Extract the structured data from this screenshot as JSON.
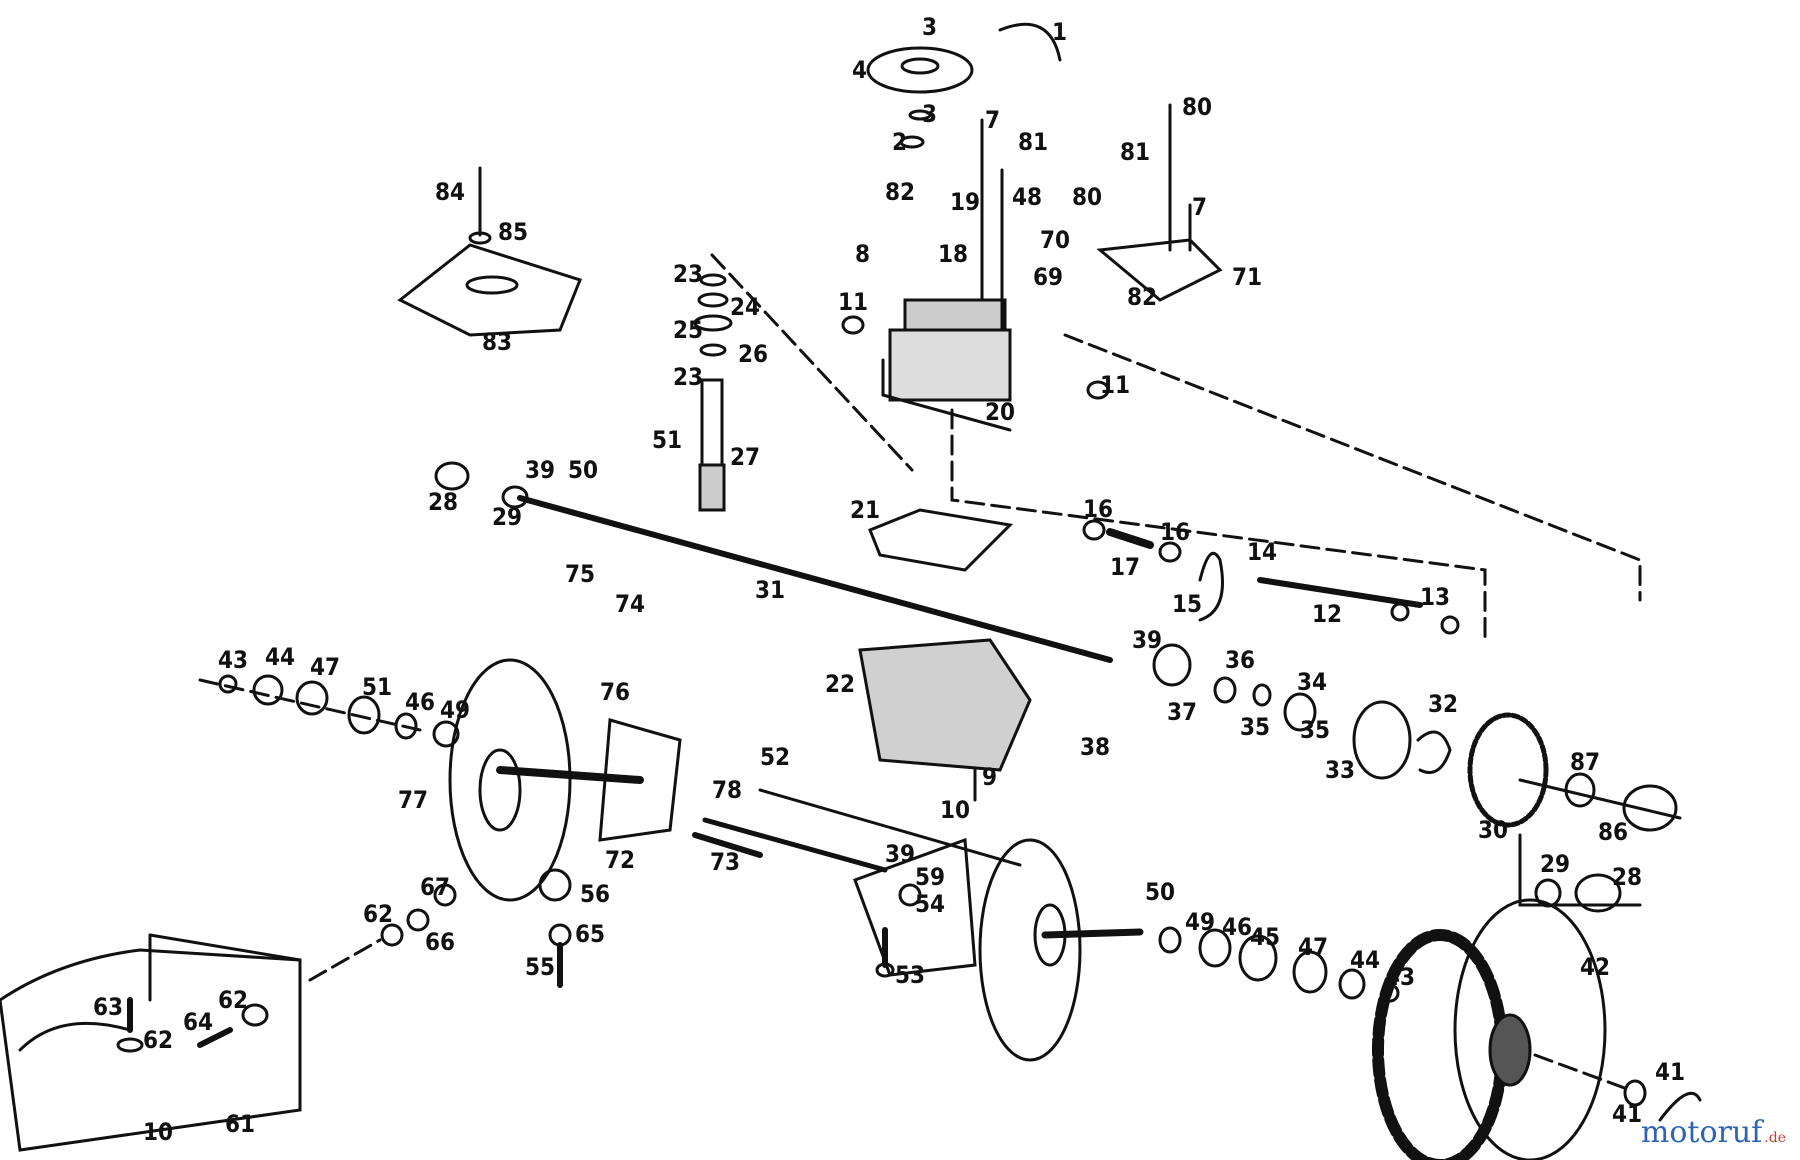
{
  "diagram": {
    "watermark": {
      "main": "motoruf",
      "tld": ".de"
    },
    "callouts": [
      "3",
      "1",
      "4",
      "3",
      "7",
      "2",
      "81",
      "80",
      "80",
      "81",
      "82",
      "19",
      "7",
      "48",
      "70",
      "84",
      "85",
      "8",
      "18",
      "23",
      "24",
      "25",
      "26",
      "23",
      "69",
      "71",
      "82",
      "11",
      "83",
      "11",
      "20",
      "51",
      "27",
      "28",
      "39",
      "50",
      "29",
      "21",
      "16",
      "16",
      "17",
      "14",
      "15",
      "12",
      "13",
      "75",
      "74",
      "31",
      "39",
      "43",
      "44",
      "47",
      "51",
      "46",
      "49",
      "36",
      "34",
      "32",
      "22",
      "76",
      "37",
      "35",
      "35",
      "33",
      "38",
      "87",
      "9",
      "52",
      "10",
      "78",
      "86",
      "30",
      "77",
      "72",
      "73",
      "39",
      "59",
      "29",
      "28",
      "67",
      "56",
      "62",
      "66",
      "54",
      "50",
      "49",
      "46",
      "45",
      "47",
      "44",
      "43",
      "65",
      "53",
      "55",
      "42",
      "63",
      "62",
      "62",
      "64",
      "61",
      "10",
      "41",
      "41"
    ]
  }
}
